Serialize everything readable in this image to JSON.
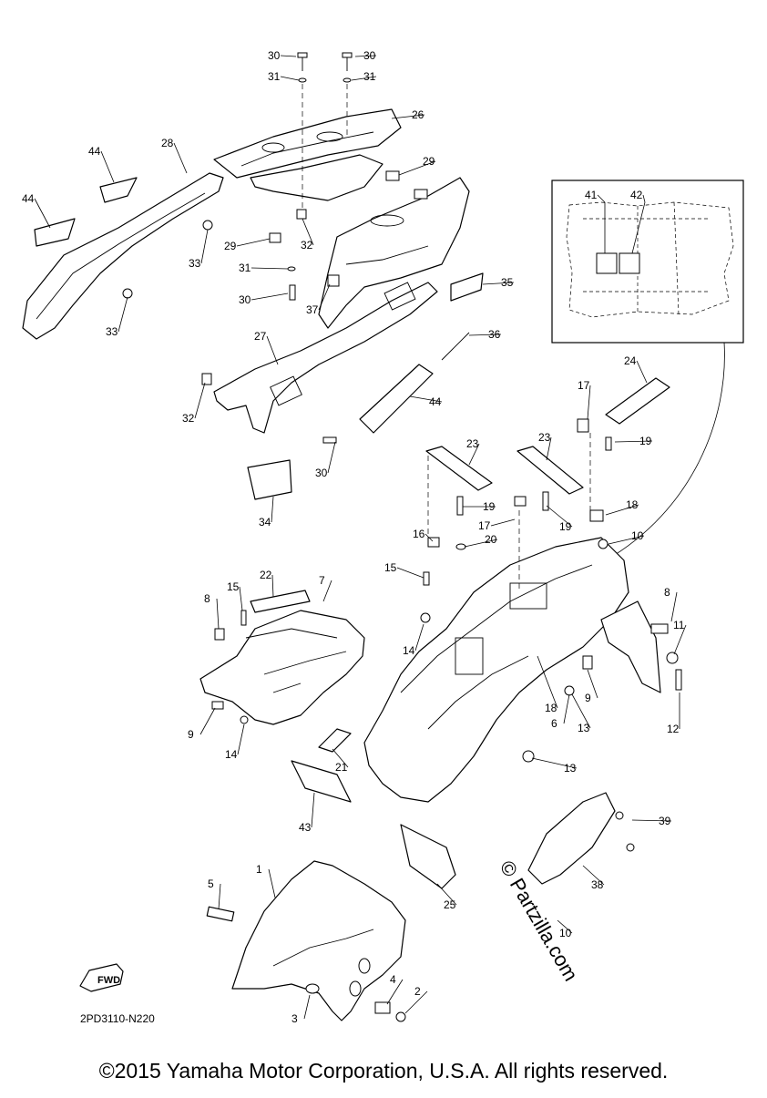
{
  "diagram": {
    "reference_code": "2PD3110-N220",
    "fwd_label": "FWD",
    "copyright": "©2015 Yamaha Motor Corporation, U.S.A. All rights reserved.",
    "watermark": "© Partzilla.com",
    "callouts": [
      {
        "id": "30a",
        "label": "30"
      },
      {
        "id": "30b",
        "label": "30"
      },
      {
        "id": "31a",
        "label": "31"
      },
      {
        "id": "31b",
        "label": "31"
      },
      {
        "id": "26",
        "label": "26"
      },
      {
        "id": "28",
        "label": "28"
      },
      {
        "id": "44a",
        "label": "44"
      },
      {
        "id": "44b",
        "label": "44"
      },
      {
        "id": "29a",
        "label": "29"
      },
      {
        "id": "29b",
        "label": "29"
      },
      {
        "id": "32a",
        "label": "32"
      },
      {
        "id": "33a",
        "label": "33"
      },
      {
        "id": "33b",
        "label": "33"
      },
      {
        "id": "31c",
        "label": "31"
      },
      {
        "id": "30c",
        "label": "30"
      },
      {
        "id": "37",
        "label": "37"
      },
      {
        "id": "35",
        "label": "35"
      },
      {
        "id": "36",
        "label": "36"
      },
      {
        "id": "27",
        "label": "27"
      },
      {
        "id": "32b",
        "label": "32"
      },
      {
        "id": "44c",
        "label": "44"
      },
      {
        "id": "30d",
        "label": "30"
      },
      {
        "id": "34",
        "label": "34"
      },
      {
        "id": "41",
        "label": "41"
      },
      {
        "id": "42",
        "label": "42"
      },
      {
        "id": "24",
        "label": "24"
      },
      {
        "id": "17a",
        "label": "17"
      },
      {
        "id": "19a",
        "label": "19"
      },
      {
        "id": "23a",
        "label": "23"
      },
      {
        "id": "23b",
        "label": "23"
      },
      {
        "id": "19b",
        "label": "19"
      },
      {
        "id": "17b",
        "label": "17"
      },
      {
        "id": "19c",
        "label": "19"
      },
      {
        "id": "18a",
        "label": "18"
      },
      {
        "id": "16",
        "label": "16"
      },
      {
        "id": "20",
        "label": "20"
      },
      {
        "id": "10a",
        "label": "10"
      },
      {
        "id": "15a",
        "label": "15"
      },
      {
        "id": "22",
        "label": "22"
      },
      {
        "id": "7",
        "label": "7"
      },
      {
        "id": "8a",
        "label": "8"
      },
      {
        "id": "15b",
        "label": "15"
      },
      {
        "id": "8b",
        "label": "8"
      },
      {
        "id": "11",
        "label": "11"
      },
      {
        "id": "14a",
        "label": "14"
      },
      {
        "id": "18b",
        "label": "18"
      },
      {
        "id": "6",
        "label": "6"
      },
      {
        "id": "13a",
        "label": "13"
      },
      {
        "id": "9a",
        "label": "9"
      },
      {
        "id": "12",
        "label": "12"
      },
      {
        "id": "9b",
        "label": "9"
      },
      {
        "id": "14b",
        "label": "14"
      },
      {
        "id": "21",
        "label": "21"
      },
      {
        "id": "13b",
        "label": "13"
      },
      {
        "id": "43",
        "label": "43"
      },
      {
        "id": "39",
        "label": "39"
      },
      {
        "id": "38",
        "label": "38"
      },
      {
        "id": "25",
        "label": "25"
      },
      {
        "id": "5",
        "label": "5"
      },
      {
        "id": "1",
        "label": "1"
      },
      {
        "id": "10b",
        "label": "10"
      },
      {
        "id": "4",
        "label": "4"
      },
      {
        "id": "2",
        "label": "2"
      },
      {
        "id": "3",
        "label": "3"
      }
    ]
  }
}
